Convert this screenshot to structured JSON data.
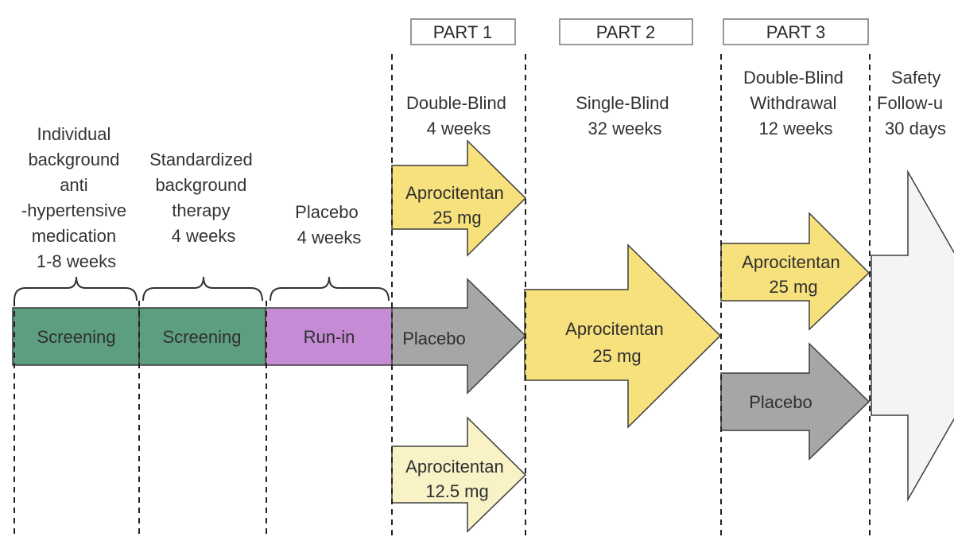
{
  "parts": [
    "PART 1",
    "PART 2",
    "PART 3"
  ],
  "period_labels": {
    "individual": [
      "Individual",
      "background",
      "anti",
      "-hypertensive",
      "medication",
      "1-8 weeks"
    ],
    "standardized": [
      "Standardized",
      "background",
      "therapy",
      "4 weeks"
    ],
    "placebo_runin": [
      "Placebo",
      "4 weeks"
    ],
    "part1": [
      "Double-Blind",
      "4 weeks"
    ],
    "part2": [
      "Single-Blind",
      "32 weeks"
    ],
    "part3": [
      "Double-Blind",
      "Withdrawal",
      "12 weeks"
    ],
    "safety": [
      "Safety",
      "Follow-u",
      "30 days"
    ]
  },
  "timeline_boxes": [
    "Screening",
    "Screening",
    "Run-in"
  ],
  "arms": {
    "p1_top": [
      "Aprocitentan",
      "25 mg"
    ],
    "p1_mid": [
      "Placebo"
    ],
    "p1_bottom": [
      "Aprocitentan",
      "12.5 mg"
    ],
    "p2": [
      "Aprocitentan",
      "25 mg"
    ],
    "p3_top": [
      "Aprocitentan",
      "25 mg"
    ],
    "p3_bottom": [
      "Placebo"
    ]
  },
  "colors": {
    "screening": "#5e9e80",
    "runin": "#c58bd4",
    "yellow": "#f7e17d",
    "pale_yellow": "#f8f2c6",
    "grey": "#a6a6a6"
  }
}
